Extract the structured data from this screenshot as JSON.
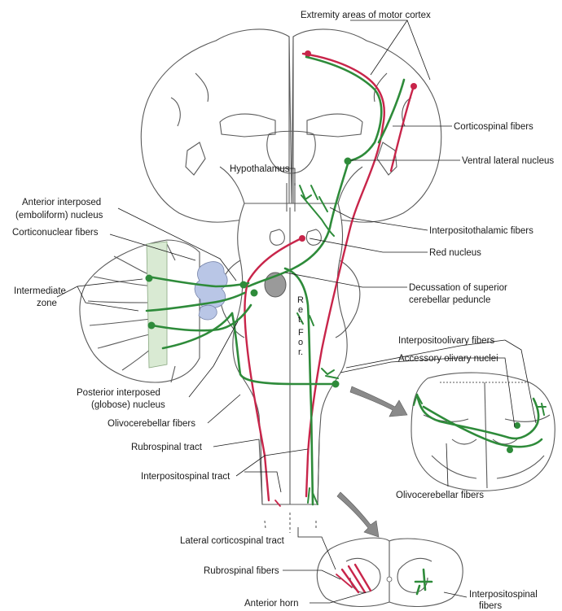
{
  "colors": {
    "green_pathway": "#2e8b3a",
    "red_pathway": "#c8254a",
    "intermediate_zone": "#d9ead3",
    "deep_nuclei": "#b9c6e6",
    "outline": "#5a5a5a"
  },
  "labels": {
    "extremity_areas": "Extremity areas of motor cortex",
    "corticospinal_fibers": "Corticospinal fibers",
    "ventral_lateral_nucleus": "Ventral lateral nucleus",
    "hypothalamus": "Hypothalamus",
    "anterior_interposed_line1": "Anterior interposed",
    "anterior_interposed_line2": "(emboliform) nucleus",
    "corticonuclear_fibers": "Corticonuclear fibers",
    "interpositothalamic_fibers": "Interpositothalamic fibers",
    "red_nucleus": "Red nucleus",
    "intermediate_zone_line1": "Intermediate",
    "intermediate_zone_line2": "zone",
    "decussation_line1": "Decussation of superior",
    "decussation_line2": "cerebellar peduncle",
    "ret_for_1": "R",
    "ret_for_2": "e",
    "ret_for_3": "t.",
    "ret_for_4": "F",
    "ret_for_5": "o",
    "ret_for_6": "r.",
    "interpositoolivary_fibers": "Interpositoolivary fibers",
    "accessory_olivary_nuclei": "Accessory olivary nuclei",
    "posterior_interposed_line1": "Posterior interposed",
    "posterior_interposed_line2": "(globose) nucleus",
    "olivocerebellar_fibers_left": "Olivocerebellar fibers",
    "rubrospinal_tract": "Rubrospinal tract",
    "interpositospinal_tract": "Interpositospinal tract",
    "olivocerebellar_fibers_right": "Olivocerebellar fibers",
    "lateral_corticospinal_tract": "Lateral corticospinal tract",
    "rubrospinal_fibers": "Rubrospinal fibers",
    "anterior_horn": "Anterior horn",
    "interpositospinal_fibers_line1": "Interpositospinal",
    "interpositospinal_fibers_line2": "fibers"
  }
}
